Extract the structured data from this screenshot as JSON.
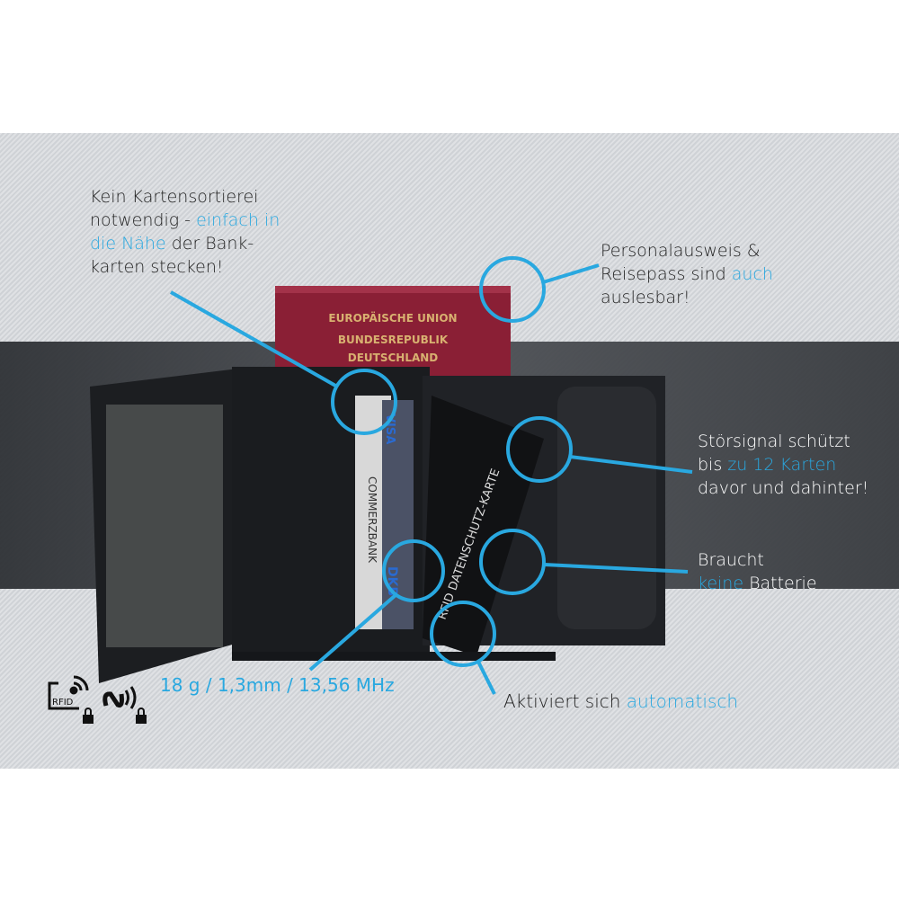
{
  "colors": {
    "accent": "#29a8e0",
    "band": "#3a3d41",
    "passport": "#8a1f35"
  },
  "passport": {
    "line1": "EUROPÄISCHE UNION",
    "line2": "BUNDESREPUBLIK",
    "line3": "DEUTSCHLAND"
  },
  "cards": {
    "visa": "VISA",
    "bank": "COMMERZBANK",
    "dkb": "DKB",
    "protect_card": "RFID DATENSCHUTZ-KARTE"
  },
  "callouts": {
    "sorting": {
      "t1": "Kein Kartensortierei",
      "t2": "notwendig - ",
      "h1": "einfach in",
      "h2": "die Nähe",
      "t3": " der Bank-",
      "t4": "karten stecken!"
    },
    "passport": {
      "t1": "Personalausweis &",
      "t2": "Reisepass sind ",
      "h1": "auch",
      "t3": "auslesbar!"
    },
    "jamming": {
      "t1": "Störsignal schützt",
      "t2": "bis ",
      "h1": "zu 12 Karten",
      "t3": "davor und dahinter!"
    },
    "battery": {
      "t1": "Braucht",
      "h1": "keine",
      "t2": " Batterie"
    },
    "auto": {
      "t1": "Aktiviert sich ",
      "h1": "automatisch"
    },
    "specs": "18 g / 1,3mm / 13,56 MHz"
  },
  "icons": {
    "rfid_label": "RFID",
    "rfid": "rfid-lock-icon",
    "nfc": "nfc-lock-icon"
  }
}
